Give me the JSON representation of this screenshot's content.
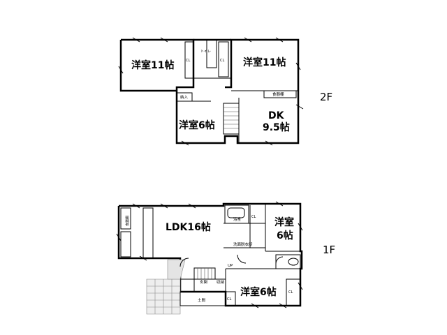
{
  "floors": {
    "upper": {
      "label": "2F",
      "rooms": [
        {
          "id": "w11a",
          "text": "洋室11帖"
        },
        {
          "id": "w11b",
          "text": "洋室11帖"
        },
        {
          "id": "w6",
          "text": "洋室6帖"
        },
        {
          "id": "dk",
          "lines": [
            "DK",
            "9.5帖"
          ]
        }
      ],
      "small": {
        "nando": "納入",
        "nando2": "食器棚",
        "toilet": "トイレ",
        "cl": "CL"
      }
    },
    "lower": {
      "label": "1F",
      "rooms": [
        {
          "id": "ldk",
          "text": "LDK16帖"
        },
        {
          "id": "w6a",
          "lines": [
            "洋室",
            "6帖"
          ]
        },
        {
          "id": "w6b",
          "text": "洋室6帖"
        }
      ],
      "small": {
        "washroom": "洗面脱衣所",
        "entrance": "玄関",
        "doma": "土間",
        "storage": "収納",
        "up": "UP",
        "cl": "CL",
        "kitchen": "食器棚",
        "bath": "浴室"
      }
    }
  }
}
